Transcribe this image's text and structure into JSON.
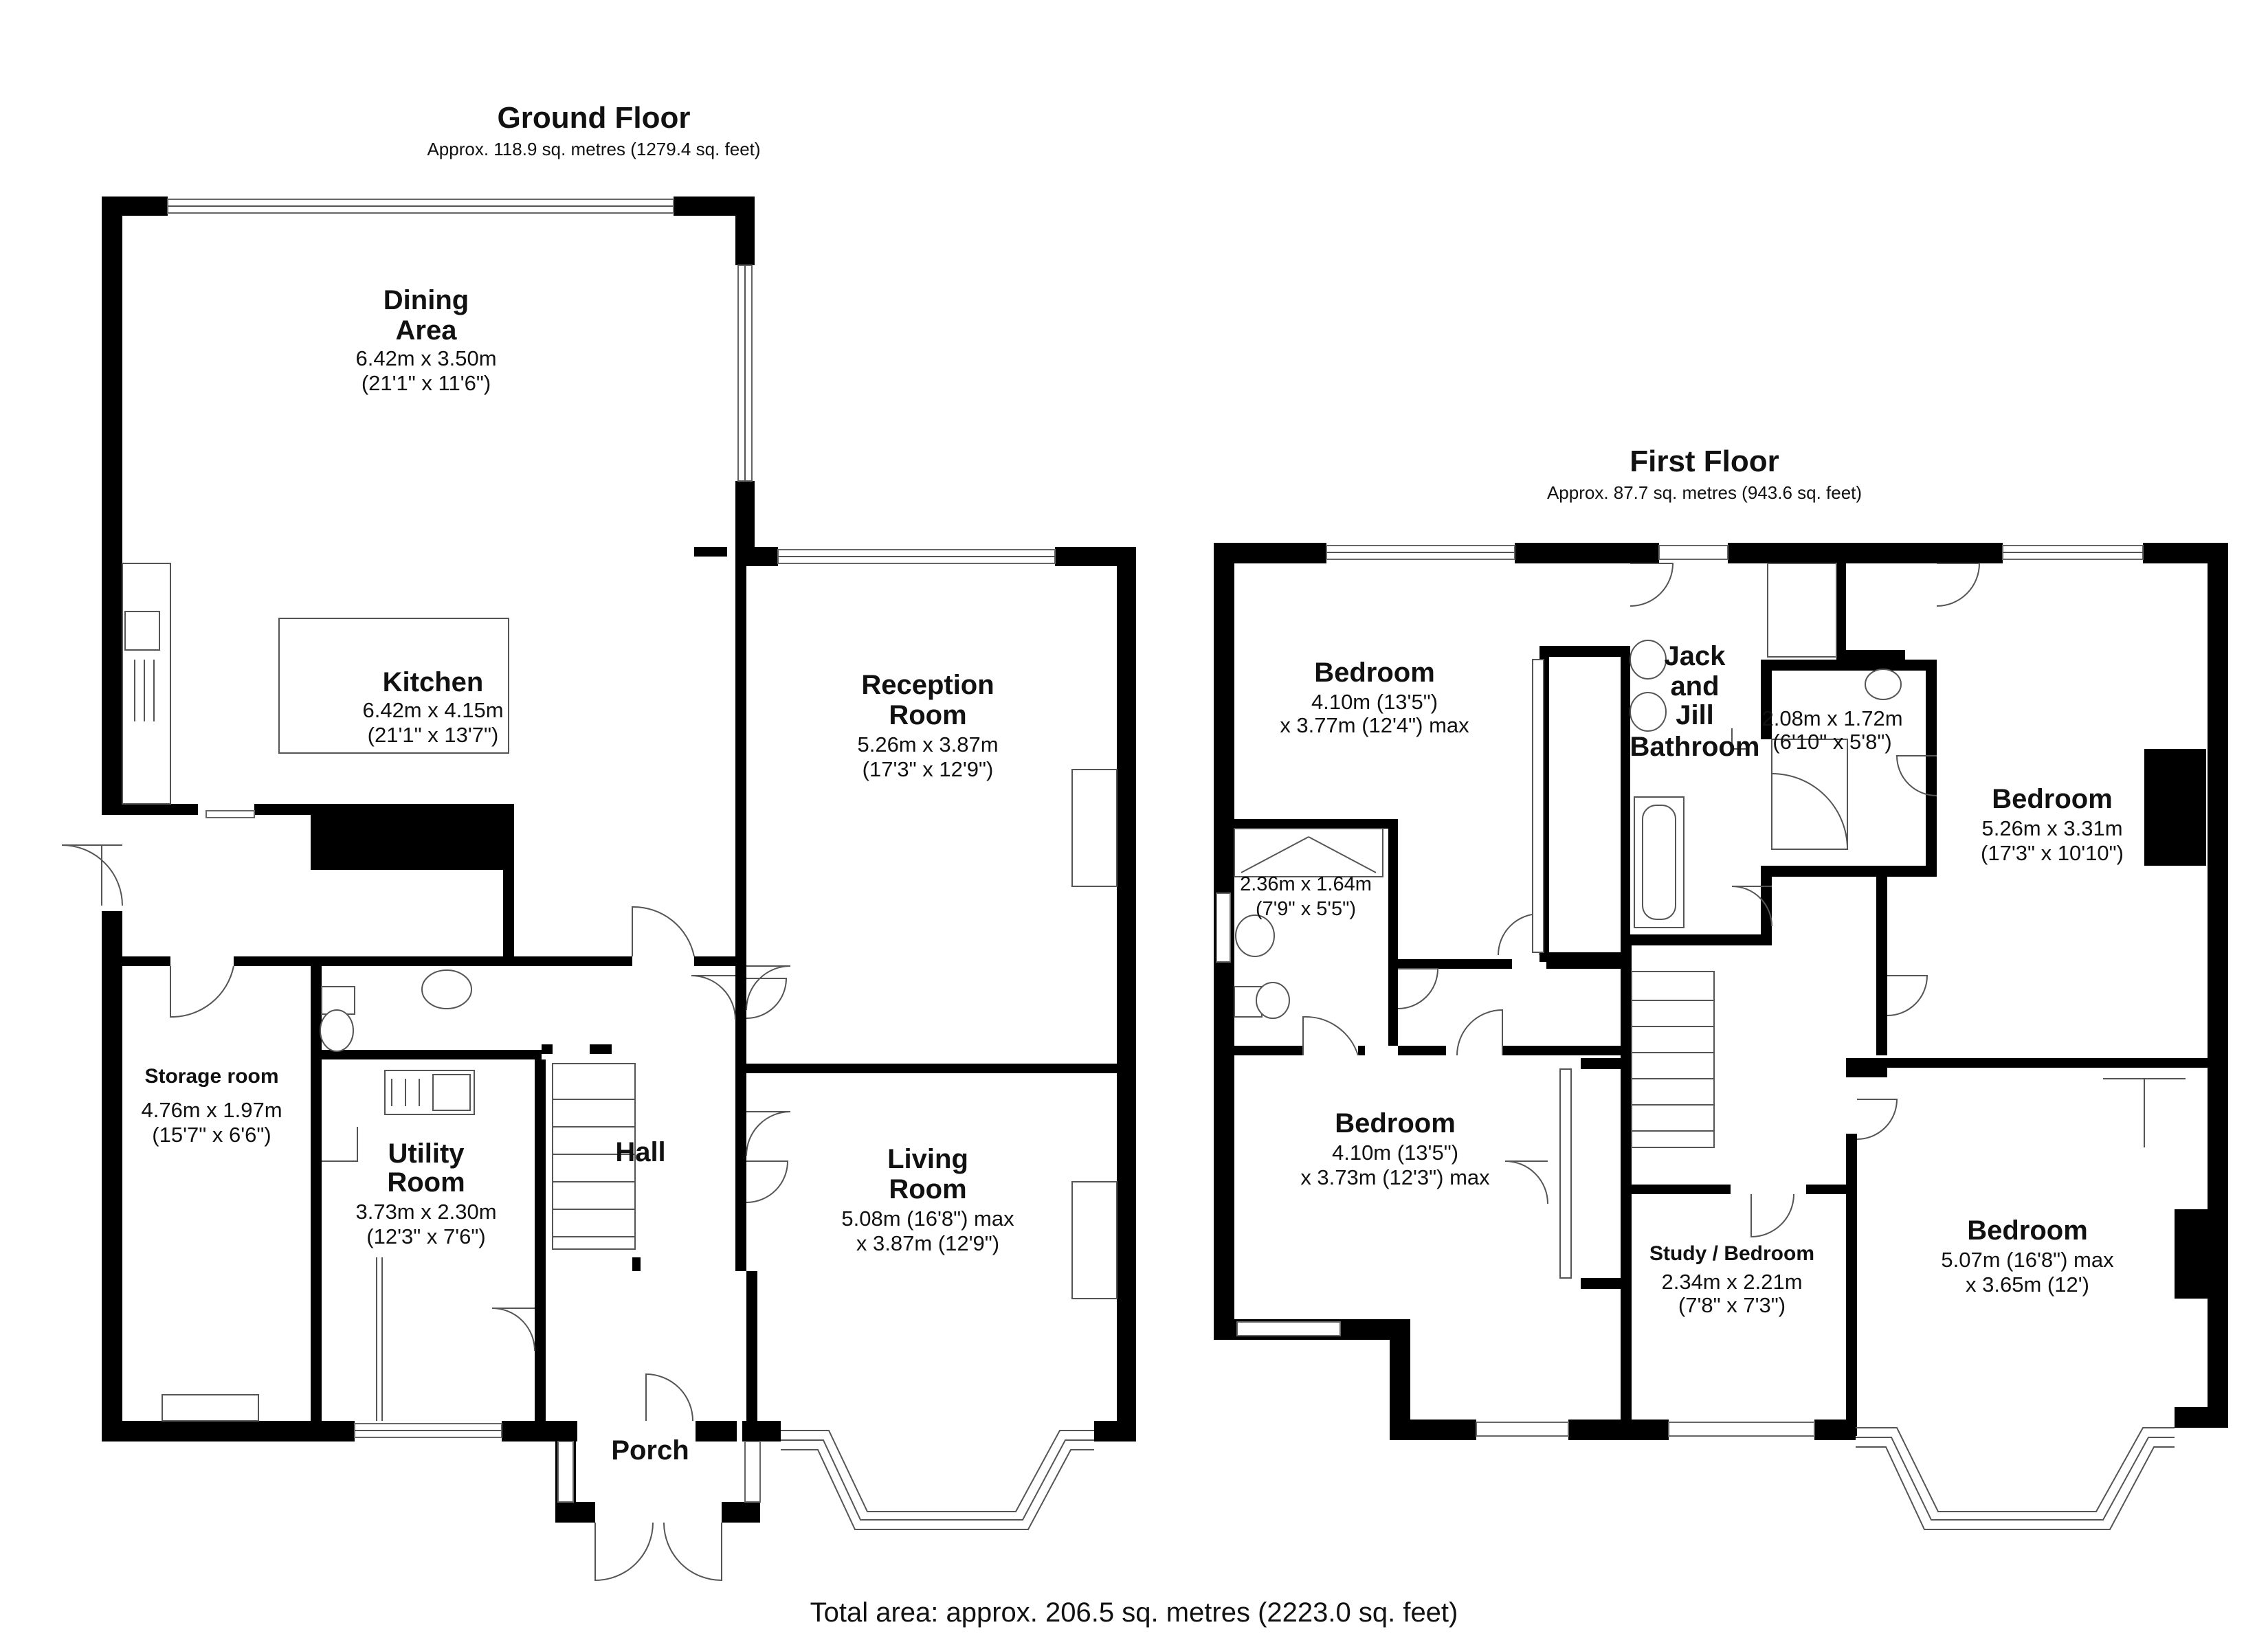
{
  "ground_floor": {
    "title": "Ground Floor",
    "area": "Approx. 118.9 sq. metres (1279.4 sq. feet)",
    "rooms": {
      "dining": {
        "name_1": "Dining",
        "name_2": "Area",
        "dim_1": "6.42m x 3.50m",
        "dim_2": "(21'1\" x 11'6\")"
      },
      "kitchen": {
        "name": "Kitchen",
        "dim_1": "6.42m x 4.15m",
        "dim_2": "(21'1\" x 13'7\")"
      },
      "reception": {
        "name_1": "Reception",
        "name_2": "Room",
        "dim_1": "5.26m x 3.87m",
        "dim_2": "(17'3\" x 12'9\")"
      },
      "storage": {
        "name": "Storage room",
        "dim_1": "4.76m x 1.97m",
        "dim_2": "(15'7\" x 6'6\")"
      },
      "utility": {
        "name_1": "Utility",
        "name_2": "Room",
        "dim_1": "3.73m x 2.30m",
        "dim_2": "(12'3\" x 7'6\")"
      },
      "hall": {
        "name": "Hall"
      },
      "living": {
        "name_1": "Living",
        "name_2": "Room",
        "dim_1": "5.08m (16'8\") max",
        "dim_2": "x 3.87m (12'9\")"
      },
      "porch": {
        "name": "Porch"
      }
    }
  },
  "first_floor": {
    "title": "First Floor",
    "area": "Approx. 87.7 sq. metres (943.6 sq. feet)",
    "rooms": {
      "bedroom_1": {
        "name": "Bedroom",
        "dim_1": "4.10m (13'5\")",
        "dim_2": "x 3.77m (12'4\") max"
      },
      "jack_jill": {
        "name_1": "Jack",
        "name_2": "and",
        "name_3": "Jill",
        "name_4": "Bathroom"
      },
      "ensuite_1": {
        "dim_1": "2.08m x 1.72m",
        "dim_2": "(6'10\" x 5'8\")"
      },
      "bedroom_2": {
        "name": "Bedroom",
        "dim_1": "5.26m x 3.31m",
        "dim_2": "(17'3\" x 10'10\")"
      },
      "ensuite_2": {
        "dim_1": "2.36m x 1.64m",
        "dim_2": "(7'9\" x 5'5\")"
      },
      "bedroom_3": {
        "name": "Bedroom",
        "dim_1": "4.10m (13'5\")",
        "dim_2": "x 3.73m (12'3\") max"
      },
      "study": {
        "name": "Study / Bedroom",
        "dim_1": "2.34m x 2.21m",
        "dim_2": "(7'8\" x 7'3\")"
      },
      "bedroom_4": {
        "name": "Bedroom",
        "dim_1": "5.07m (16'8\") max",
        "dim_2": "x 3.65m (12')"
      }
    }
  },
  "total_area": "Total area: approx. 206.5 sq. metres (2223.0 sq. feet)"
}
